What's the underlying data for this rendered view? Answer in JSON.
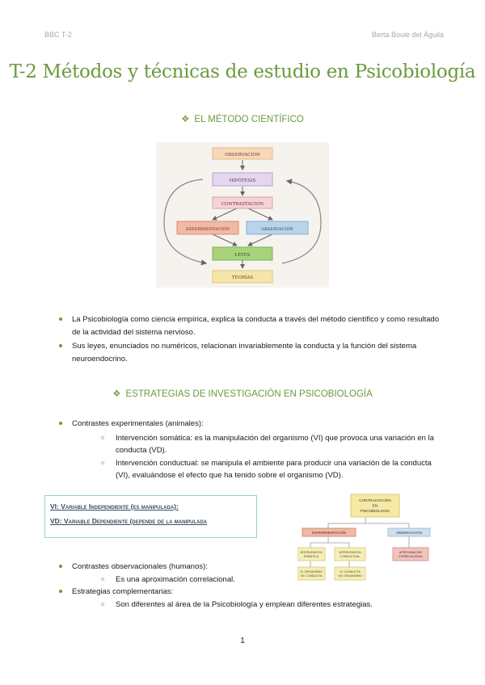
{
  "header": {
    "left": "BBC T-2",
    "right": "Berta Boule del Águila"
  },
  "title": "T-2 Métodos y técnicas de estudio en Psicobiología",
  "section1": {
    "heading": "EL MÉTODO CIENTÍFICO",
    "diagram": {
      "observacion": "OBSERVACIÓN",
      "hipotesis": "HIPÓTESIS",
      "contrastacion": "CONTRASTACIÓN",
      "experimentacion": "EXPERIMENTACIÓN",
      "observacion2": "OBSERVACIÓN",
      "leyes": "LEYES",
      "teorias": "TEORÍAS"
    },
    "bullets": [
      "La Psicobiología como ciencia empírica, explica la conducta a través del método científico y como resultado de la actividad del sistema nervioso.",
      "Sus leyes, enunciados no numéricos, relacionan invariablemente la conducta y la función del sistema neuroendocrino."
    ]
  },
  "section2": {
    "heading": "ESTRATEGIAS DE INVESTIGACIÓN EN PSICOBIOLOGÍA",
    "experimental": {
      "label": "Contrastes experimentales (animales):",
      "items": [
        "Intervención somática: es la manipulación del organismo (VI) que provoca una variación en la conducta (VD).",
        "Intervención conductual: se manipula el ambiente para producir una variación de la conducta (VI), evaluándose el efecto que ha tenido sobre el organismo (VD)."
      ]
    },
    "variables": {
      "vi": "VI: Variable Independiente (es manipulada):",
      "vd": "VD: Variable Dependiente (depende de la manipulada"
    },
    "diagram2": {
      "top": "CONTRASTACIÓN EN PSICOBIOLOGÍA",
      "experimentacion": "EXPERIMENTACIÓN",
      "observacion": "OBSERVACIÓN",
      "int_somatica": "INTERVENCIÓN SOMÁTICA",
      "int_conductual": "INTERVENCIÓN CONDUCTUAL",
      "aprox_correlacional": "APROXIMACIÓN CORRELACIONAL",
      "vi_vd_1": "VI: ORGANISMO VD: CONDUCTA",
      "vi_vd_2": "VI: CONDUCTA VD: ORGANISMO"
    },
    "observational": {
      "label": "Contrastes observacionales (humanos):",
      "items": [
        "Es una aproximación correlacional."
      ]
    },
    "complementary": {
      "label": "Estrategias complementarias:",
      "items": [
        "Son diferentes al área de la Psicobiología y emplean diferentes estrategias."
      ]
    }
  },
  "page_number": "1",
  "colors": {
    "accent": "#6b9a3c",
    "box_border": "#9fd1bd"
  }
}
